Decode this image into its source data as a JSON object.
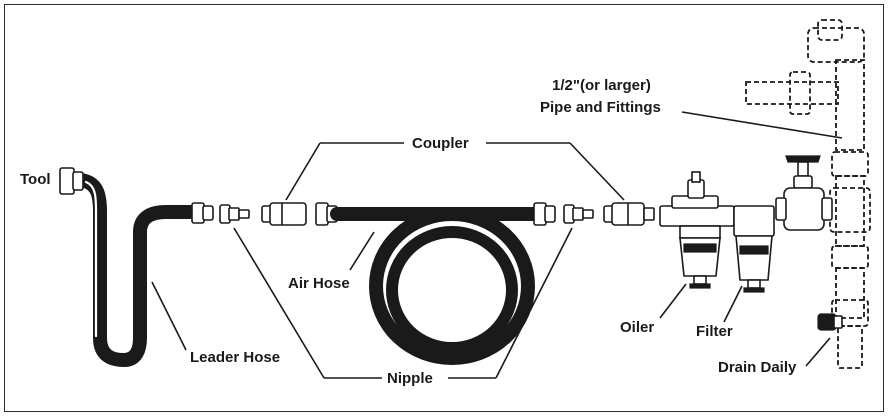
{
  "labels": {
    "tool": "Tool",
    "leader_hose": "Leader Hose",
    "air_hose": "Air Hose",
    "coupler": "Coupler",
    "nipple": "Nipple",
    "pipe_line1": "1/2\"(or larger)",
    "pipe_line2": "Pipe and Fittings",
    "oiler": "Oiler",
    "filter": "Filter",
    "drain": "Drain Daily"
  },
  "colors": {
    "ink": "#1a1a1a",
    "background": "#ffffff"
  }
}
